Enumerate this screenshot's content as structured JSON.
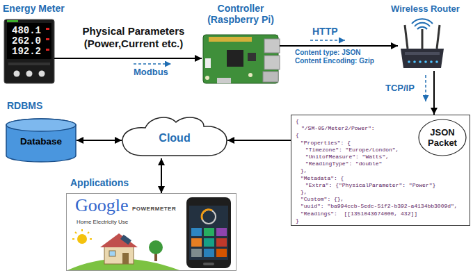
{
  "diagram": {
    "nodes": [
      {
        "text": [
          "Energy Meter"
        ]
      },
      {
        "text": [
          "Controller (Raspberry Pi)"
        ]
      },
      {
        "text": [
          "Wireless Router"
        ]
      },
      {
        "text": [
          "{",
          "\"/SM-05/Meter2/Power\":",
          "{",
          "\"Properties\": {",
          "\"Timezone\": \"Europe/London\",",
          "\"UnitofMeasure\": \"Watts\",",
          "\"ReadingType\": \"double\"",
          "},",
          "\"Metadata\": {",
          "\"Extra\": {\"PhysicalParameter\": \"Power\"}",
          "},",
          "\"Custom\": {},",
          "\"uuid\": \"ba994ccb-5edc-51f2-b392-a4134bb3009d\",",
          "\"Readings\":  [[1351043674000, 432]]",
          "}"
        ]
      },
      {
        "text": [
          "JSON Packet"
        ],
        "in": 3
      },
      {
        "text": [
          "Cloud"
        ]
      },
      {
        "text": [
          "RDBMS",
          "Database"
        ]
      },
      {
        "text": [
          "Applications",
          "Google",
          "POWERMETER",
          "Home Electricity Use"
        ]
      }
    ],
    "edges": [
      {
        "from": 0,
        "to": 1,
        "arrow": "to",
        "label": "Physical Parameters (Power,Current etc.)"
      },
      {
        "from": 1,
        "to": 2,
        "arrow": "to",
        "label": "HTTP"
      },
      {
        "from": 2,
        "to": 3,
        "arrow": "to",
        "label": "TCP/IP"
      },
      {
        "from": 3,
        "to": 5,
        "arrow": "to"
      },
      {
        "from": 5,
        "to": 6,
        "arrow": "both"
      },
      {
        "from": 5,
        "to": 7,
        "arrow": "both"
      }
    ],
    "labels": [
      "Modbus",
      "Content type: JSON",
      "Content Encoding: Gzip",
      "480.1",
      "262.0",
      "192.2"
    ]
  }
}
